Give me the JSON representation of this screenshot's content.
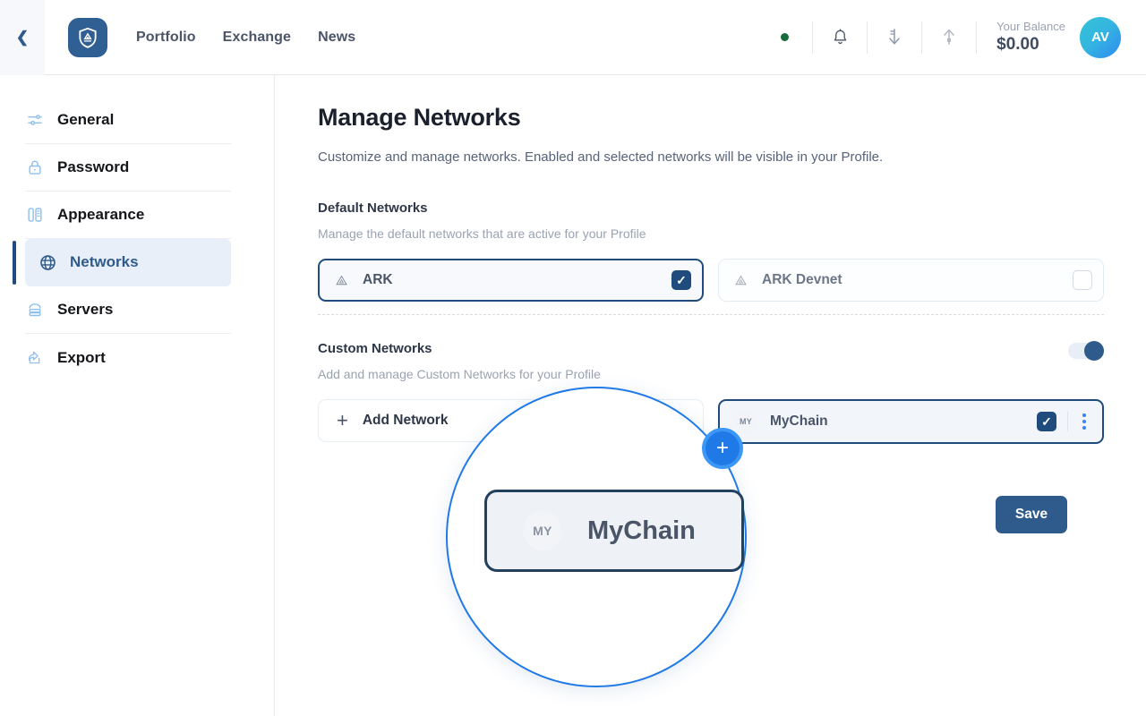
{
  "header": {
    "collapse_icon": "chevron-left-icon",
    "logo_icon": "ark-shield-logo",
    "nav": [
      {
        "label": "Portfolio"
      },
      {
        "label": "Exchange"
      },
      {
        "label": "News"
      }
    ],
    "status_dot": "online-status-dot",
    "icons": [
      {
        "name": "bell-icon",
        "glyph": " "
      },
      {
        "name": "receive-arrow-icon",
        "glyph": " "
      },
      {
        "name": "send-arrow-icon",
        "glyph": " "
      }
    ],
    "balance_label": "Your Balance",
    "balance_value": "$0.00",
    "avatar_initials": "AV",
    "accent_navy": "#2f5b8c",
    "status_green": "#186b3a"
  },
  "sidebar": {
    "items": [
      {
        "label": "General",
        "icon": "sliders-icon",
        "active": false
      },
      {
        "label": "Password",
        "icon": "lock-icon",
        "active": false
      },
      {
        "label": "Appearance",
        "icon": "appearance-icon",
        "active": false
      },
      {
        "label": "Networks",
        "icon": "globe-icon",
        "active": true
      },
      {
        "label": "Servers",
        "icon": "server-icon",
        "active": false
      },
      {
        "label": "Export",
        "icon": "export-icon",
        "active": false
      }
    ]
  },
  "main": {
    "title": "Manage Networks",
    "description": "Customize and manage networks. Enabled and selected networks will be visible in your Profile.",
    "default_section": {
      "title": "Default Networks",
      "description": "Manage the default networks that are active for your Profile",
      "networks": [
        {
          "name": "ARK",
          "icon": "ark-triangle-icon",
          "checked": true,
          "selected": true
        },
        {
          "name": "ARK Devnet",
          "icon": "ark-triangle-icon",
          "checked": false,
          "selected": false
        }
      ]
    },
    "custom_section": {
      "title": "Custom Networks",
      "description": "Add and manage Custom Networks for your Profile",
      "toggle_on": true,
      "add_label": "Add Network",
      "add_icon": "plus-icon",
      "networks": [
        {
          "name": "MyChain",
          "initials": "MY",
          "checked": true,
          "menu_icon": "kebab-menu-icon"
        }
      ]
    },
    "save_label": "Save"
  },
  "magnifier": {
    "badge_icon": "plus-icon",
    "network_name": "MyChain",
    "network_initials": "MY",
    "ring_color": "#1f7ae8"
  }
}
